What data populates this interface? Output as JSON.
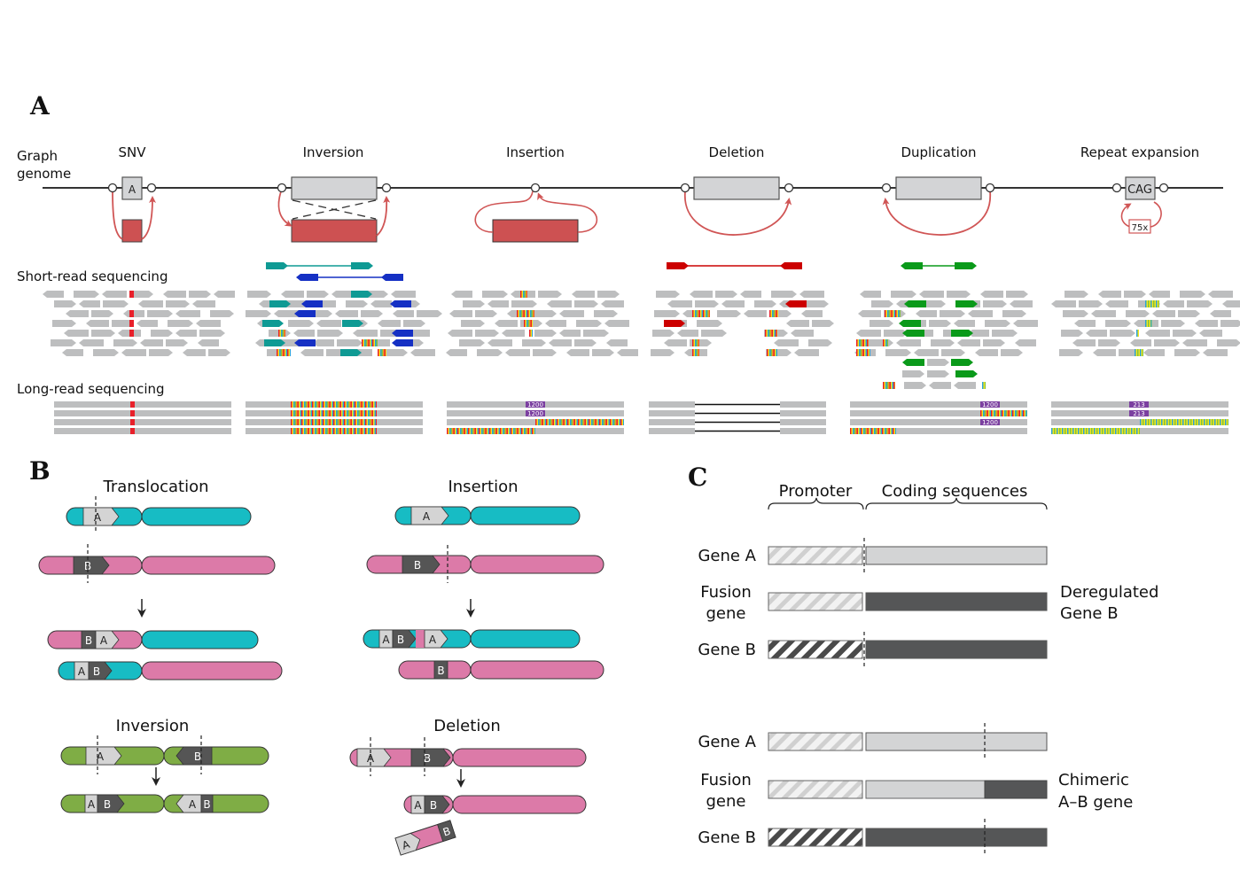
{
  "colors": {
    "ref_gray": "#d3d4d6",
    "alt_red": "#cd5152",
    "arrow_red": "#d05555",
    "read_gray": "#bdbebf",
    "snv_red": "#e8202a",
    "teal_read": "#0f9a94",
    "blue_read": "#1530c4",
    "del_red": "#cc0000",
    "dup_green": "#0a9a1a",
    "badge_purple": "#7b3fa0",
    "chrom_teal": "#17bcc4",
    "chrom_pink": "#dc7aa8",
    "chrom_green": "#7fad45",
    "seg_light": "#d4d4d4",
    "seg_dark": "#555555",
    "gene_light": "#d3d4d5",
    "gene_dark": "#555657"
  },
  "panel_a": {
    "letter": "A",
    "row_labels": {
      "graph_genome_line1": "Graph",
      "graph_genome_line2": "genome",
      "short_read": "Short-read sequencing",
      "long_read": "Long-read sequencing"
    },
    "variants": [
      {
        "name": "SNV",
        "node_label": "A"
      },
      {
        "name": "Inversion"
      },
      {
        "name": "Insertion",
        "long_read_badge": "1200"
      },
      {
        "name": "Deletion"
      },
      {
        "name": "Duplication",
        "long_read_badge": "1200"
      },
      {
        "name": "Repeat expansion",
        "node_label": "CAG",
        "repeat_count": "75x",
        "long_read_badge": "213"
      }
    ]
  },
  "panel_b": {
    "letter": "B",
    "events": [
      {
        "title": "Translocation"
      },
      {
        "title": "Insertion"
      },
      {
        "title": "Inversion"
      },
      {
        "title": "Deletion"
      }
    ],
    "segment_labels": {
      "a": "A",
      "b": "B"
    }
  },
  "panel_c": {
    "letter": "C",
    "header_promoter": "Promoter",
    "header_coding": "Coding sequences",
    "groups": [
      {
        "rows": [
          {
            "label": "Gene A"
          },
          {
            "label_line1": "Fusion",
            "label_line2": "gene"
          },
          {
            "label": "Gene B"
          }
        ],
        "outcome_line1": "Deregulated",
        "outcome_line2": "Gene B"
      },
      {
        "rows": [
          {
            "label": "Gene A"
          },
          {
            "label_line1": "Fusion",
            "label_line2": "gene"
          },
          {
            "label": "Gene B"
          }
        ],
        "outcome_line1": "Chimeric",
        "outcome_line2": "A–B gene"
      }
    ]
  }
}
